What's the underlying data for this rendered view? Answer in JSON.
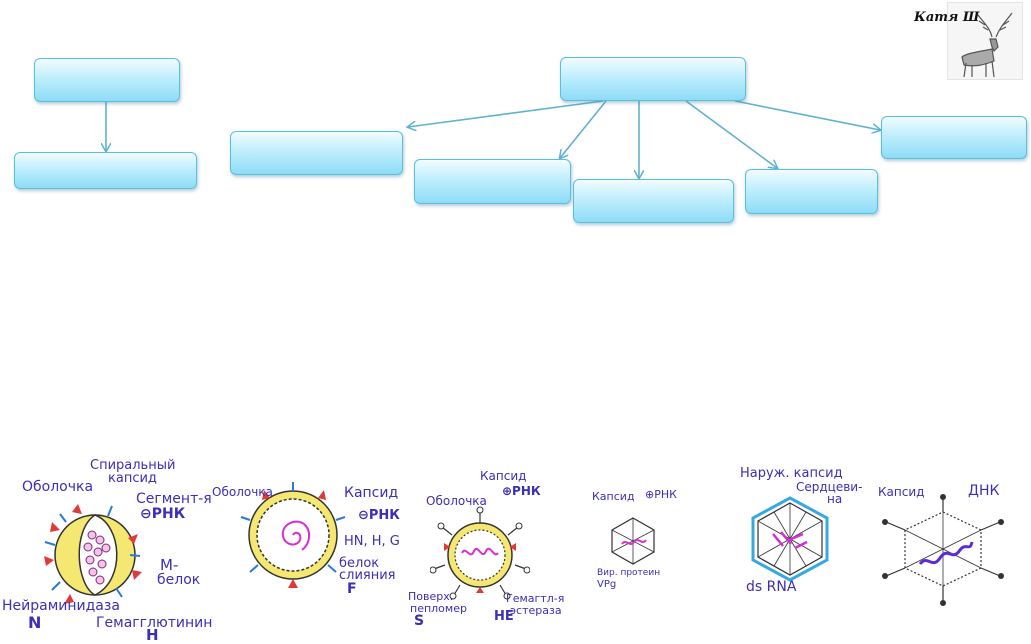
{
  "logo": {
    "text": "Катя Ш",
    "icon": "deer-icon"
  },
  "diagram": {
    "boxes": [
      {
        "id": "left-top",
        "text": ""
      },
      {
        "id": "left-bottom",
        "text": ""
      },
      {
        "id": "center-top",
        "text": ""
      },
      {
        "id": "child-1",
        "text": ""
      },
      {
        "id": "child-2",
        "text": ""
      },
      {
        "id": "child-3",
        "text": ""
      },
      {
        "id": "child-4",
        "text": ""
      },
      {
        "id": "child-5",
        "text": ""
      }
    ],
    "edges": [
      {
        "from": "left-top",
        "to": "left-bottom"
      },
      {
        "from": "center-top",
        "to": "child-1"
      },
      {
        "from": "center-top",
        "to": "child-2"
      },
      {
        "from": "center-top",
        "to": "child-3"
      },
      {
        "from": "center-top",
        "to": "child-4"
      },
      {
        "from": "center-top",
        "to": "child-5"
      }
    ]
  },
  "virus1": {
    "envelope": "Оболочка",
    "helical_capsid_1": "Спиральный",
    "helical_capsid_2": "капсид",
    "segment_1": "Сегмент-я",
    "segment_2": "⊖РНК",
    "mprotein_1": "М-",
    "mprotein_2": "белок",
    "neuraminidase": "Нейраминидаза",
    "n": "N",
    "hemagglutinin": "Гемагглютинин",
    "h": "H"
  },
  "virus2": {
    "envelope": "Оболочка",
    "capsid": "Капсид",
    "rna": "⊖РНК",
    "hn": "HN, H, G",
    "fusion_1": "белок",
    "fusion_2": "слияния",
    "f": "F"
  },
  "virus3": {
    "capsid": "Капсид",
    "rna": "⊕РНК",
    "envelope": "Оболочка",
    "peplomer_1": "Поверх.",
    "peplomer_2": "пепломер",
    "s": "S",
    "he_1": "Гемагтл-я",
    "he_2": "эстераза",
    "he": "HE"
  },
  "virus4": {
    "capsid": "Капсид",
    "rna": "⊕РНК",
    "vpg_1": "Вир. протеин",
    "vpg_2": "VPg"
  },
  "virus5": {
    "outer_1": "Наруж. капсид",
    "core_1": "Сердцеви-",
    "core_2": "на",
    "dsrna": "ds RNA"
  },
  "virus6": {
    "capsid": "Капсид",
    "dna": "ДНК"
  }
}
